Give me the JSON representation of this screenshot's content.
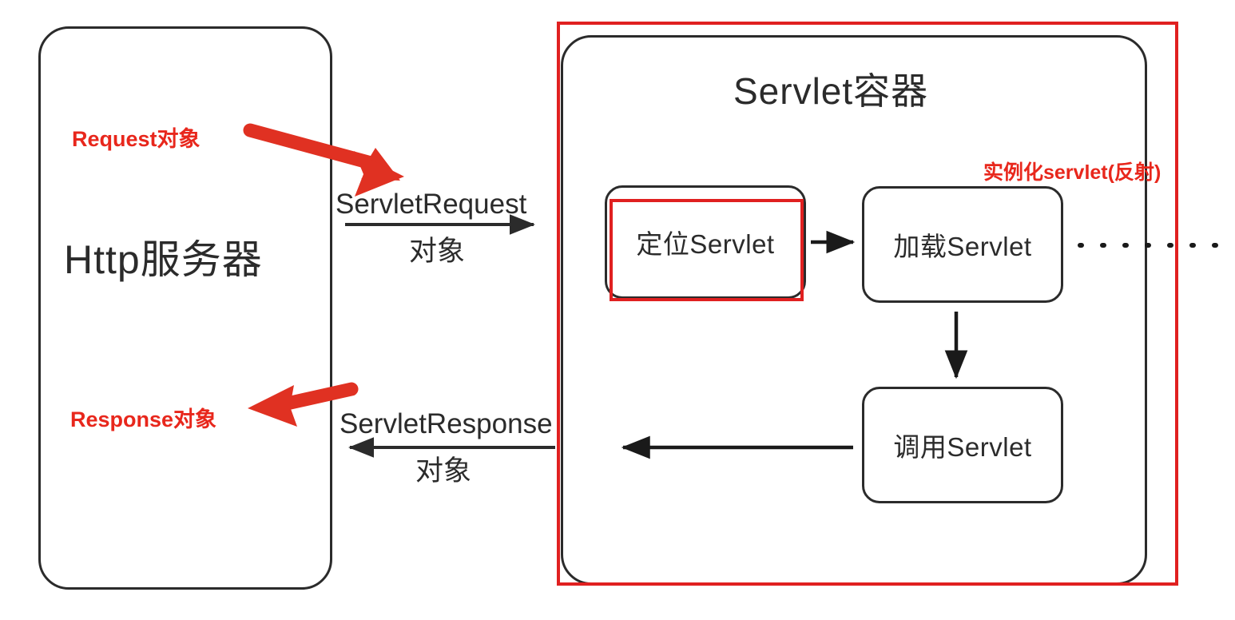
{
  "diagram": {
    "title": "Servlet容器",
    "left_box": {
      "label": "Http服务器",
      "annotations": {
        "request": "Request对象",
        "response": "Response对象"
      }
    },
    "flows": {
      "request_line1": "ServletRequest",
      "request_line2": "对象",
      "response_line1": "ServletResponse",
      "response_line2": "对象"
    },
    "container": {
      "title": "Servlet容器",
      "annotation": "实例化servlet(反射)",
      "steps": [
        {
          "id": "locate",
          "label": "定位Servlet"
        },
        {
          "id": "load",
          "label": "加载Servlet"
        },
        {
          "id": "invoke",
          "label": "调用Servlet"
        }
      ]
    },
    "colors": {
      "highlight_red": "#e02020",
      "annotation_red": "#e8271c",
      "stroke_dark": "#2b2b2b",
      "background": "#ffffff"
    }
  }
}
